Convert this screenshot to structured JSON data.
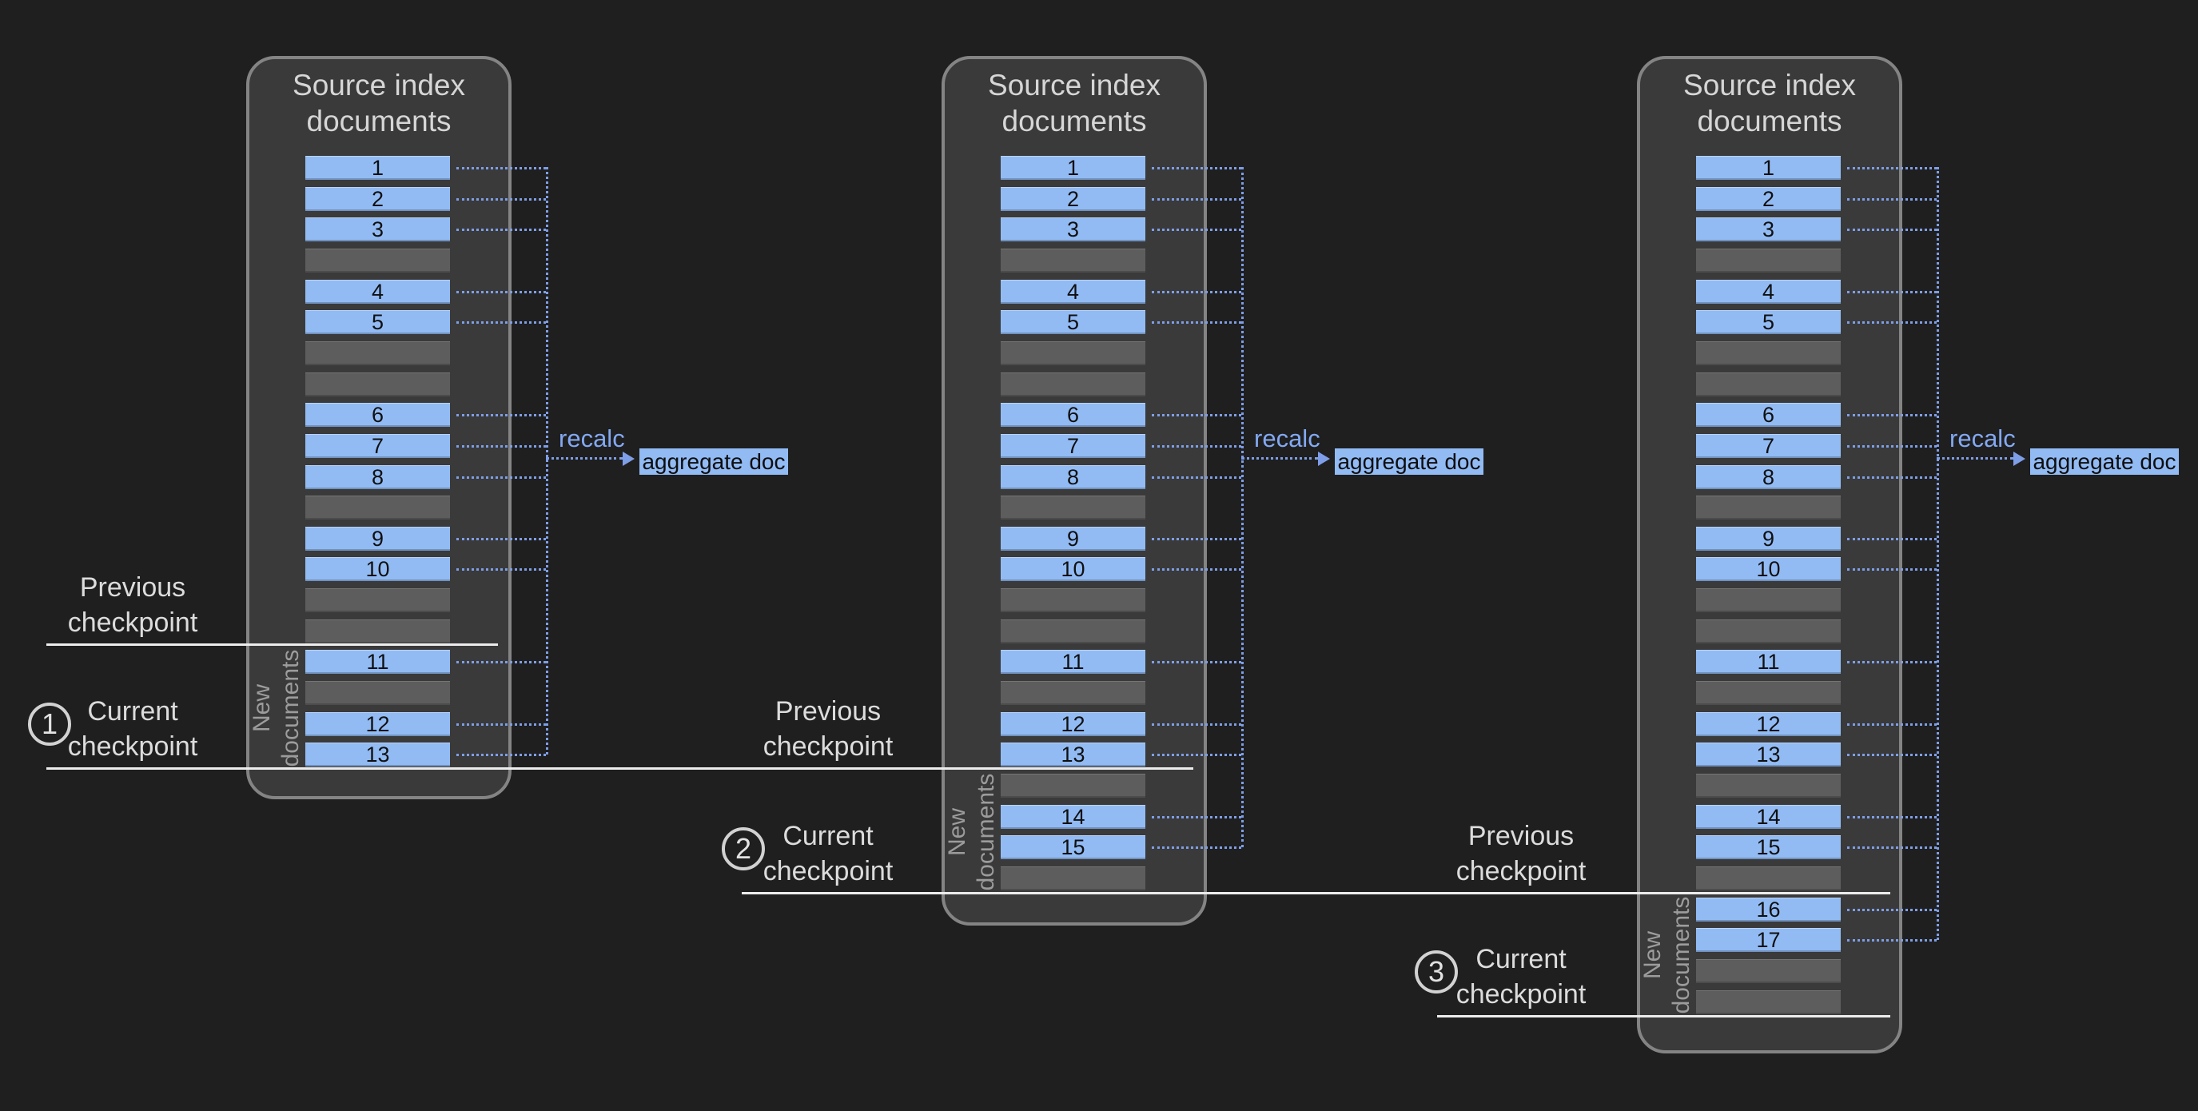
{
  "colors": {
    "background": "#1f1f1f",
    "panel_fill": "#3a3a3a",
    "panel_border": "#848484",
    "document_blue": "#92bbf4",
    "empty_gray": "#5d5d5d",
    "dotted_blue": "#7e9ee8",
    "checkpoint_line_white": "#ececec",
    "label_gray": "#dcdcdc"
  },
  "panels": [
    {
      "title": "Source index\ndocuments",
      "rows": [
        "1",
        "2",
        "3",
        "",
        "4",
        "5",
        "",
        "",
        "6",
        "7",
        "8",
        "",
        "9",
        "10",
        "",
        "",
        "11",
        "",
        "12",
        "13"
      ],
      "new_documents_label": "New\ndocuments",
      "recalc_label": "recalc",
      "aggregate_label": "aggregate doc"
    },
    {
      "title": "Source index\ndocuments",
      "rows": [
        "1",
        "2",
        "3",
        "",
        "4",
        "5",
        "",
        "",
        "6",
        "7",
        "8",
        "",
        "9",
        "10",
        "",
        "",
        "11",
        "",
        "12",
        "13",
        "",
        "14",
        "15",
        ""
      ],
      "new_documents_label": "New\ndocuments",
      "recalc_label": "recalc",
      "aggregate_label": "aggregate doc"
    },
    {
      "title": "Source index\ndocuments",
      "rows": [
        "1",
        "2",
        "3",
        "",
        "4",
        "5",
        "",
        "",
        "6",
        "7",
        "8",
        "",
        "9",
        "10",
        "",
        "",
        "11",
        "",
        "12",
        "13",
        "",
        "14",
        "15",
        "",
        "16",
        "17",
        "",
        ""
      ],
      "new_documents_label": "New\ndocuments",
      "recalc_label": "recalc",
      "aggregate_label": "aggregate doc"
    }
  ],
  "checkpoints": [
    {
      "badge": "1",
      "previous_label": "Previous\ncheckpoint",
      "current_label": "Current\ncheckpoint"
    },
    {
      "badge": "2",
      "previous_label": "Previous\ncheckpoint",
      "current_label": "Current\ncheckpoint"
    },
    {
      "badge": "3",
      "previous_label": "Previous\ncheckpoint",
      "current_label": "Current\ncheckpoint"
    }
  ]
}
